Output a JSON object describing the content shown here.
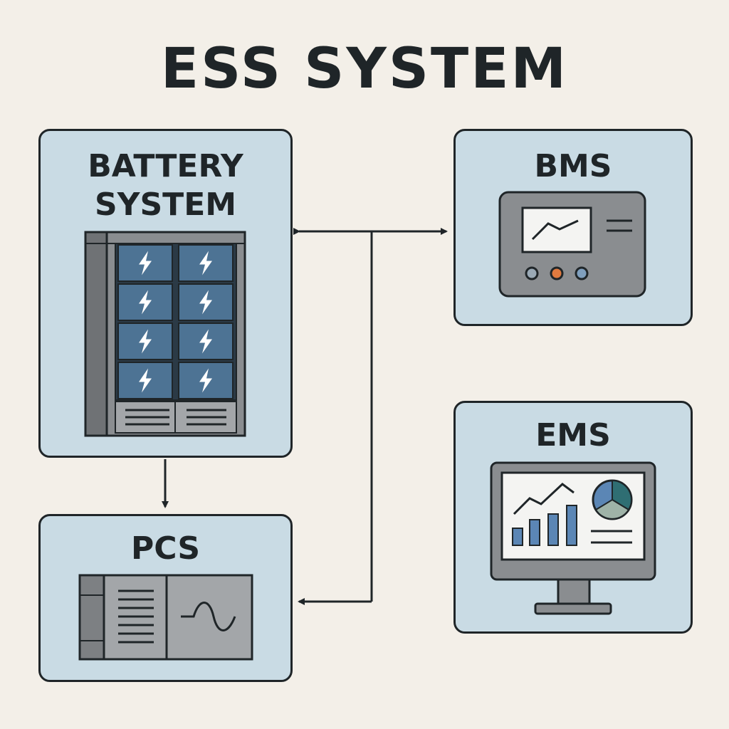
{
  "title": "ESS SYSTEM",
  "components": {
    "battery": {
      "label_line1": "BATTERY",
      "label_line2": "SYSTEM"
    },
    "bms": {
      "label": "BMS"
    },
    "ems": {
      "label": "EMS"
    },
    "pcs": {
      "label": "PCS"
    }
  },
  "connections": [
    {
      "from": "battery",
      "to": "pcs",
      "style": "single-arrow"
    },
    {
      "from": "battery",
      "to": "bms",
      "style": "double-arrow"
    },
    {
      "from": "bus",
      "to": "pcs",
      "style": "single-arrow"
    }
  ],
  "colors": {
    "background": "#f3efe8",
    "box_fill": "#c9dbe4",
    "outline": "#1f2528",
    "cell_blue": "#4d7394",
    "device_gray": "#8a8d90",
    "led_orange": "#e07a3f",
    "chart_blue": "#5b86b5",
    "pie_teal": "#2f6e73"
  },
  "icons": [
    "battery-rack-icon",
    "lightning-icon",
    "bms-controller-icon",
    "ems-monitor-icon",
    "pcs-inverter-icon",
    "sine-wave-icon",
    "pie-chart-icon",
    "bar-chart-icon",
    "line-chart-icon"
  ]
}
